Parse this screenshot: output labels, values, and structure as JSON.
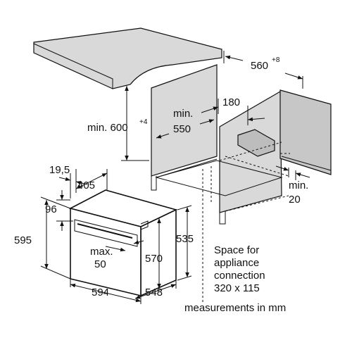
{
  "labels": {
    "depth_top": "560",
    "depth_top_tol": "+8",
    "gap_180": "180",
    "height_600": "min. 600",
    "height_600_tol": "+4",
    "depth_550_a": "min.",
    "depth_550_b": "550",
    "min20_a": "min.",
    "min20_b": "20",
    "d19_5": "19,5",
    "d405": "405",
    "d96": "96",
    "d595": "595",
    "d535": "535",
    "max_a": "max.",
    "max_b": "50",
    "d570": "570",
    "d594": "594",
    "d548": "548"
  },
  "notes": {
    "space_line1": "Space for",
    "space_line2": "appliance",
    "space_line3": "connection",
    "space_line4": "320 x 115",
    "units": "measurements in mm"
  }
}
